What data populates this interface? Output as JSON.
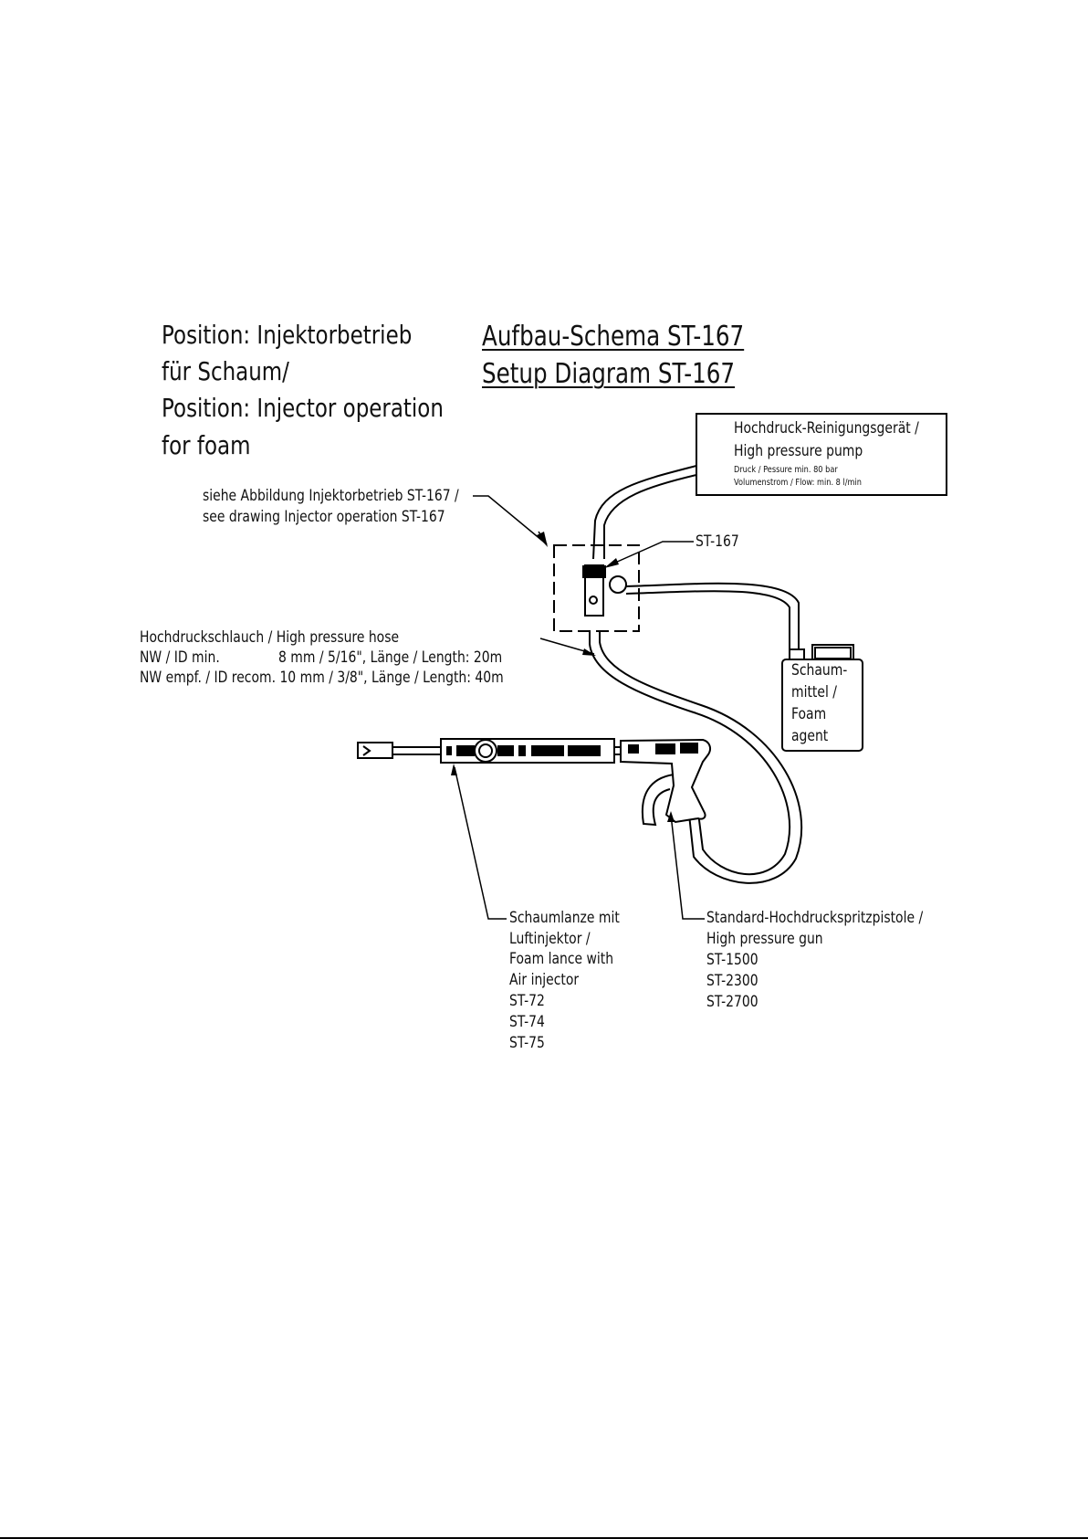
{
  "title_position": {
    "line1": "Position: Injektorbetrieb",
    "line2": "für Schaum/",
    "line3": "Position: Injector operation",
    "line4": "for foam"
  },
  "heading": {
    "de": "Aufbau-Schema ST-167",
    "en": "Setup Diagram ST-167"
  },
  "pump": {
    "line1": "Hochdruck-Reinigungsgerät /",
    "line2": "High pressure pump",
    "pressure": "Druck / Pessure        min. 80 bar",
    "flow": "Volumenstrom / Flow: min. 8 l/min"
  },
  "see_drawing": {
    "line1": "siehe Abbildung Injektorbetrieb ST-167 /",
    "line2": "see drawing Injector operation ST-167"
  },
  "injector_label": "ST-167",
  "hose": {
    "line1": "Hochdruckschlauch / High pressure hose",
    "line2a": "NW / ID min.",
    "line2b": "8 mm / 5/16\",  Länge / Length: 20m",
    "line3": "NW empf. / ID recom. 10 mm / 3/8\", Länge / Length: 40m"
  },
  "foam_agent": {
    "line1": "Schaum-",
    "line2": "mittel /",
    "line3": "Foam",
    "line4": "agent"
  },
  "lance": {
    "line1": "Schaumlanze mit",
    "line2": "Luftinjektor /",
    "line3": "Foam lance with",
    "line4": "Air injector",
    "models": [
      "ST-72",
      "ST-74",
      "ST-75"
    ]
  },
  "gun": {
    "line1": "Standard-Hochdruckspritzpistole /",
    "line2": "High pressure gun",
    "models": [
      "ST-1500",
      "ST-2300",
      "ST-2700"
    ]
  }
}
